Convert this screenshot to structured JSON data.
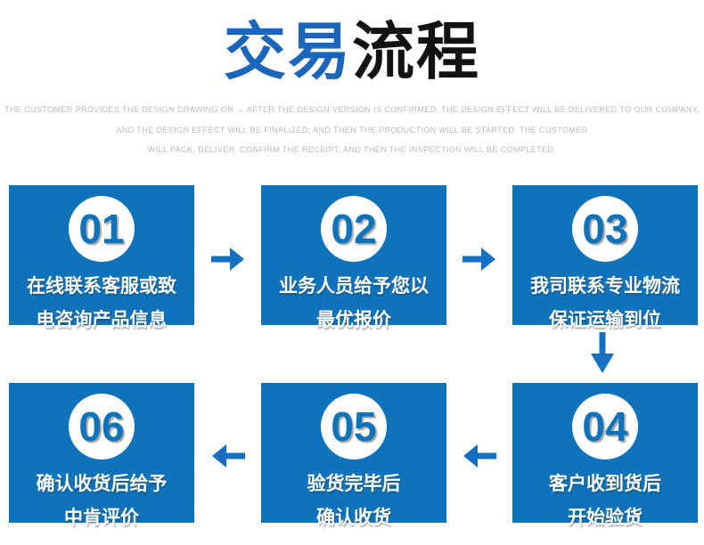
{
  "page": {
    "title": {
      "part1": "交易",
      "part2": "流程"
    },
    "subtitle_lines": [
      "THE CUSTOMER PROVIDES THE DESIGN DRAWING OR → AFTER THE DESIGN VERSION IS CONFIRMED, THE DESIGN EFFECT WILL BE DELIVERED TO OUR COMPANY,",
      "AND THE DESIGN EFFECT WILL BE FINALIZED, AND THEN THE PRODUCTION WILL BE STARTED. THE CUSTOMER",
      "WILL PACK, DELIVER, CONFIRM THE RECEIPT, AND THEN THE INSPECTION WILL BE COMPLETED."
    ]
  },
  "steps": [
    {
      "number": "01",
      "line1": "在线联系客服或致",
      "line2": "电咨询产品信息"
    },
    {
      "number": "02",
      "line1": "业务人员给予您以",
      "line2": "最优报价"
    },
    {
      "number": "03",
      "line1": "我司联系专业物流",
      "line2": "保证运输到位"
    },
    {
      "number": "04",
      "line1": "客户收到货后",
      "line2": "开始验货"
    },
    {
      "number": "05",
      "line1": "验货完毕后",
      "line2": "确认收货"
    },
    {
      "number": "06",
      "line1": "确认收货后给予",
      "line2": "中肯评价"
    }
  ],
  "arrows": [
    {
      "direction": "right"
    },
    {
      "direction": "right"
    },
    {
      "direction": "down"
    },
    {
      "direction": "left"
    },
    {
      "direction": "left"
    }
  ],
  "colors": {
    "box_blue": "#0e73bb",
    "title_blue": "#1b66bb",
    "title_black": "#121212",
    "arrow_blue": "#1470c2",
    "number_blue": "#0e73bb",
    "subtitle_gray": "#b9b9b9",
    "step_text_white": "#ffffff"
  }
}
